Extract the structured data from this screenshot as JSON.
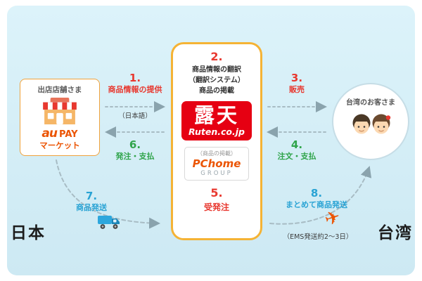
{
  "colors": {
    "bg": "#cde9f3",
    "red": "#e8382f",
    "green": "#2fa44a",
    "blue": "#29a3d4",
    "orange": "#eb5505",
    "ruten-red": "#e60012",
    "card-border": "#f5b335",
    "arrow": "#a8bcc4"
  },
  "seller": {
    "title": "出店店舗さま",
    "brand_au": "au",
    "brand_pay": "PAY",
    "brand_market": "マーケット"
  },
  "center": {
    "step_no": "2.",
    "desc1": "商品情報の翻訳",
    "desc2": "（翻訳システム）",
    "desc3": "商品の掲載",
    "ruten_chars": "露天",
    "ruten_domain": "Ruten.co.jp",
    "pchome_note": "（商品の掲載）",
    "pchome_name": "PChome",
    "pchome_group": "GROUP",
    "step5_no": "5.",
    "step5_label": "受発注"
  },
  "customer": {
    "title": "台湾のお客さま"
  },
  "steps": {
    "s1": {
      "no": "1.",
      "label": "商品情報の提供",
      "note": "（日本語）"
    },
    "s3": {
      "no": "3.",
      "label": "販売"
    },
    "s4": {
      "no": "4.",
      "label": "注文・支払"
    },
    "s6": {
      "no": "6.",
      "label": "発注・支払"
    },
    "s7": {
      "no": "7.",
      "label": "商品発送"
    },
    "s8": {
      "no": "8.",
      "label": "まとめて商品発送",
      "note": "（EMS発送約2～3日）"
    }
  },
  "regions": {
    "japan": "日本",
    "taiwan": "台湾"
  },
  "icons": {
    "airplane": "✈"
  }
}
